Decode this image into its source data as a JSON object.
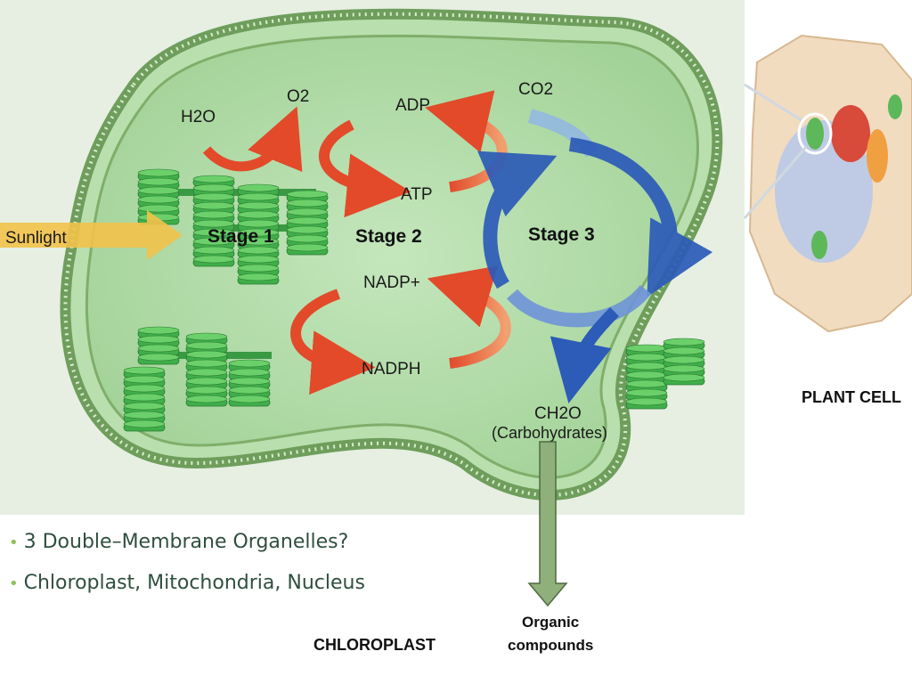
{
  "labels": {
    "h2o": "H2O",
    "o2": "O2",
    "adp": "ADP",
    "atp": "ATP",
    "co2": "CO2",
    "stage1": "Stage 1",
    "stage2": "Stage 2",
    "stage3": "Stage 3",
    "sunlight": "Sunlight",
    "nadp": "NADP+",
    "nadph": "NADPH",
    "ch2o": "CH2O",
    "carbohydrates": "(Carbohydrates)",
    "plant_cell": "PLANT CELL",
    "organic": "Organic",
    "compounds": "compounds",
    "chloroplast": "CHLOROPLAST"
  },
  "bullets": [
    "3 Double–Membrane Organelles?",
    "Chloroplast, Mitochondria, Nucleus"
  ],
  "colors": {
    "stroma": "#a9d89f",
    "membrane": "#7fae6a",
    "thylakoid": "#3fae4a",
    "red_arrow": "#e24a2a",
    "blue_cycle": "#2c5bb8",
    "sunlight_arrow": "#f2c24a",
    "organic_arrow": "#8fb07a",
    "bullet_text": "#2f4f3f"
  }
}
